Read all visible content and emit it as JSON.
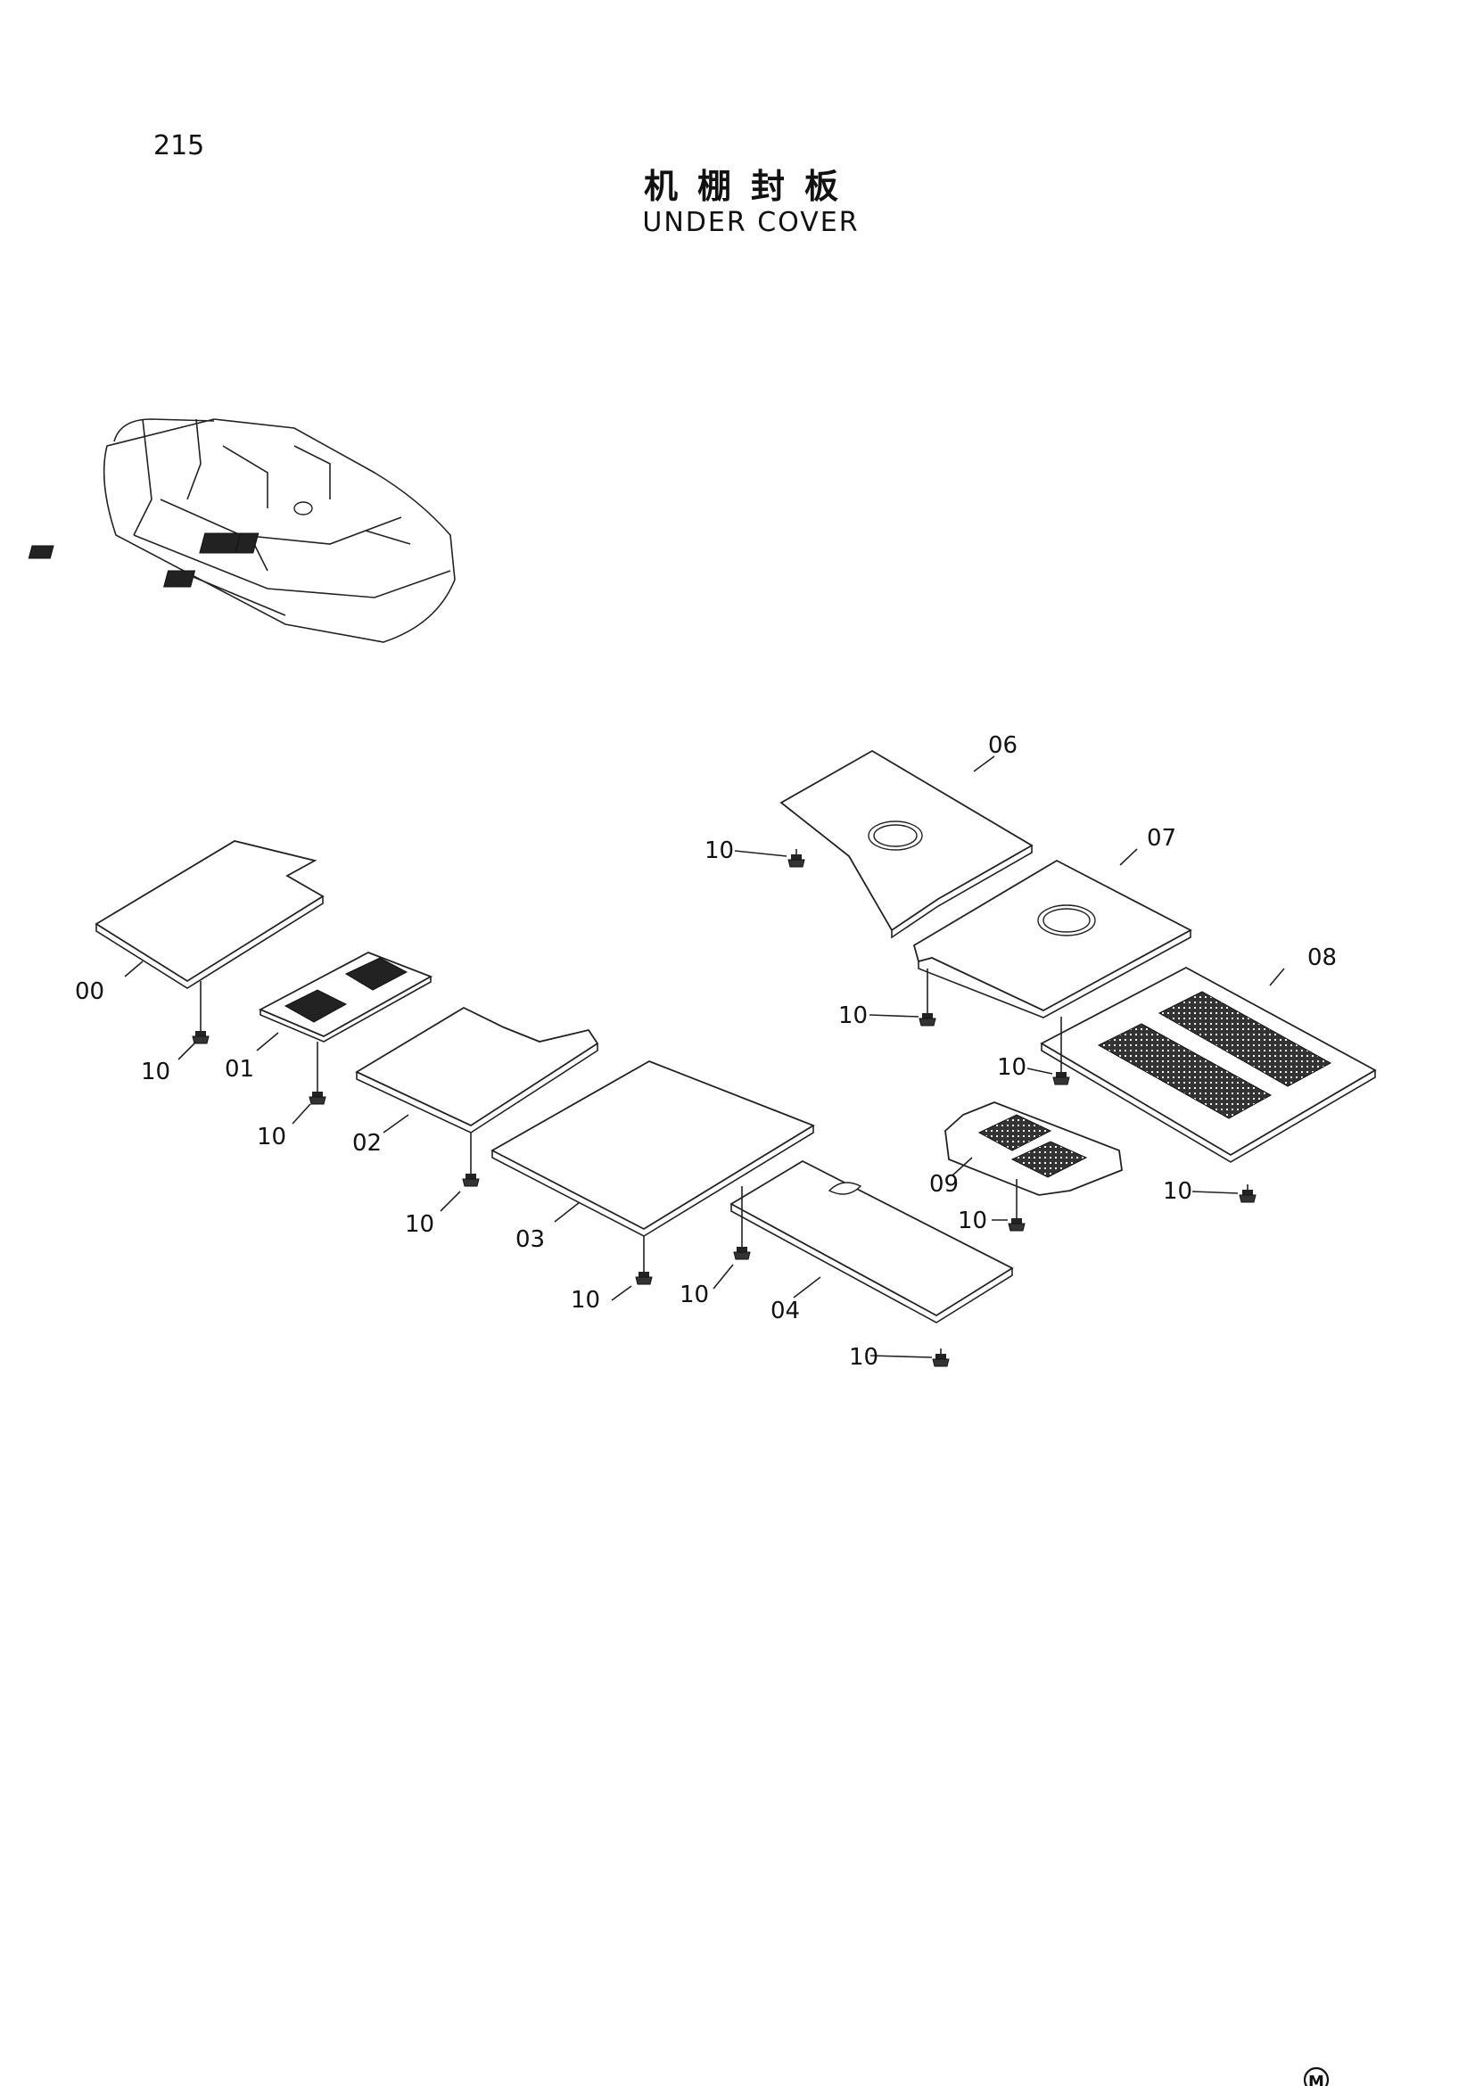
{
  "header": {
    "page_number": "215",
    "title_cn": "机棚封板",
    "title_en": "UNDER COVER"
  },
  "footer": {
    "mark": "M"
  },
  "callouts": {
    "c00": "00",
    "c01": "01",
    "c02": "02",
    "c03": "03",
    "c04": "04",
    "c06": "06",
    "c07": "07",
    "c08": "08",
    "c09": "09",
    "bolt": "10"
  },
  "colors": {
    "line": "#222222",
    "background": "#ffffff"
  }
}
